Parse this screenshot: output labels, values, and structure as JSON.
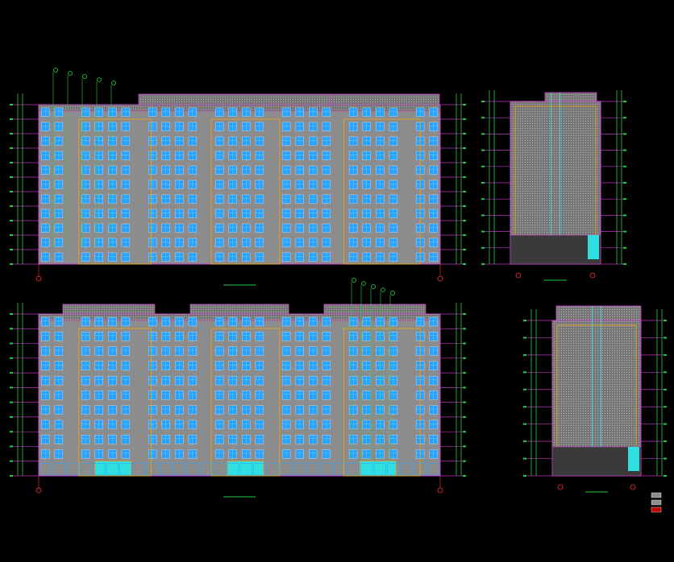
{
  "drawing": {
    "background": "#000000",
    "colors": {
      "outline": "#d040d0",
      "facade": "#8c8c8c",
      "window_frame": "#2aa0ff",
      "window_glass": "#66e0ff",
      "trim": "#e0a020",
      "level_line": "#c030c0",
      "dim_line": "#20d040",
      "axis": "#ff3030",
      "text": "#e8e8e8",
      "entry": "#30e0e0"
    },
    "views": [
      {
        "id": "front-elevation-upper",
        "kind": "long",
        "title": "",
        "floors": 11,
        "columns": 30
      },
      {
        "id": "side-elevation-upper",
        "kind": "short",
        "title": "",
        "floors": 10,
        "columns": 0
      },
      {
        "id": "front-elevation-lower",
        "kind": "long",
        "title": "",
        "floors": 11,
        "columns": 30
      },
      {
        "id": "side-elevation-lower",
        "kind": "short",
        "title": "",
        "floors": 9,
        "columns": 0
      }
    ],
    "axis_markers": [
      "",
      "",
      "",
      "",
      "",
      "",
      "",
      ""
    ],
    "legend_swatches": [
      "#8c8c8c",
      "#8c8c8c",
      "#c00000"
    ]
  }
}
